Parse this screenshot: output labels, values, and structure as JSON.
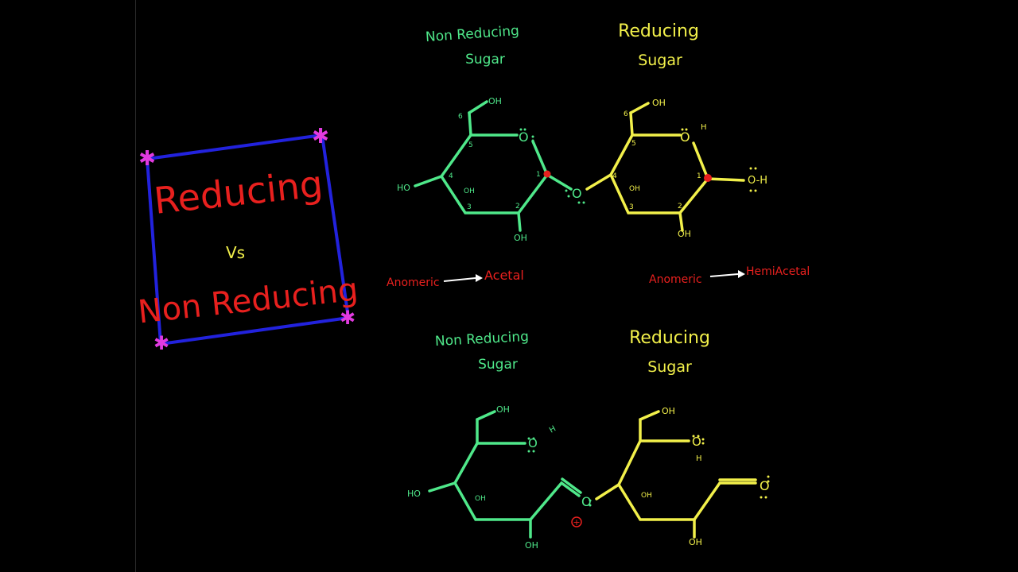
{
  "colors": {
    "background": "#000000",
    "green": "#4fe88a",
    "yellow": "#f2f04a",
    "red": "#e8201e",
    "blue": "#2222dd",
    "magenta": "#e23ae0",
    "white": "#ffffff"
  },
  "title_box": {
    "line1": "Reducing",
    "line2": "Vs",
    "line3": "Non Reducing"
  },
  "top": {
    "left_heading": [
      "Non Reducing",
      "Sugar"
    ],
    "right_heading": [
      "Reducing",
      "Sugar"
    ],
    "left_note": {
      "from": "Anomeric",
      "to": "Acetal"
    },
    "right_note": {
      "from": "Anomeric",
      "to": "HemiAcetal"
    }
  },
  "bottom": {
    "left_heading": [
      "Non Reducing",
      "Sugar"
    ],
    "right_heading": [
      "Reducing",
      "Sugar"
    ]
  },
  "atom_labels": {
    "oh": "OH",
    "ho": "HO",
    "o": "O",
    "oh_h": "O-H",
    "h": "H",
    "plus": "+",
    "n1": "1",
    "n2": "2",
    "n3": "3",
    "n4": "4",
    "n5": "5",
    "n6": "6"
  }
}
